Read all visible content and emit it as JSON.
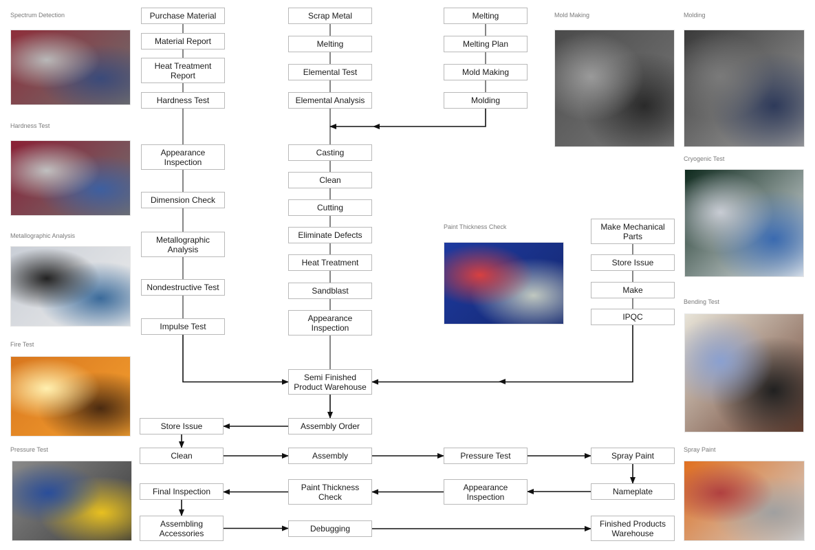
{
  "diagram": {
    "title": "Valve Production and Quality Inspection Flow",
    "nodes": [
      {
        "id": "purchase-material",
        "label": "Purchase Material"
      },
      {
        "id": "material-report",
        "label": "Material Report"
      },
      {
        "id": "heat-treatment-report",
        "label": "Heat Treatment\nReport"
      },
      {
        "id": "hardness-test",
        "label": "Hardness Test"
      },
      {
        "id": "appearance-inspection-1",
        "label": "Appearance\nInspection"
      },
      {
        "id": "dimension-check",
        "label": "Dimension Check"
      },
      {
        "id": "metallographic-analysis",
        "label": "Metallographic\nAnalysis"
      },
      {
        "id": "nondestructive-test",
        "label": "Nondestructive Test"
      },
      {
        "id": "impulse-test",
        "label": "Impulse Test"
      },
      {
        "id": "scrap-metal",
        "label": "Scrap Metal"
      },
      {
        "id": "melting-1",
        "label": "Melting"
      },
      {
        "id": "elemental-test",
        "label": "Elemental Test"
      },
      {
        "id": "elemental-analysis",
        "label": "Elemental Analysis"
      },
      {
        "id": "melting-2",
        "label": "Melting"
      },
      {
        "id": "melting-plan",
        "label": "Melting Plan"
      },
      {
        "id": "mold-making",
        "label": "Mold Making"
      },
      {
        "id": "molding",
        "label": "Molding"
      },
      {
        "id": "casting",
        "label": "Casting"
      },
      {
        "id": "clean-1",
        "label": "Clean"
      },
      {
        "id": "cutting",
        "label": "Cutting"
      },
      {
        "id": "eliminate-defects",
        "label": "Eliminate Defects"
      },
      {
        "id": "heat-treatment",
        "label": "Heat Treatment"
      },
      {
        "id": "sandblast",
        "label": "Sandblast"
      },
      {
        "id": "appearance-inspection-2",
        "label": "Appearance\nInspection"
      },
      {
        "id": "make-mechanical-parts",
        "label": "Make Mechanical\nParts"
      },
      {
        "id": "store-issue-1",
        "label": "Store Issue"
      },
      {
        "id": "make",
        "label": "Make"
      },
      {
        "id": "ipqc",
        "label": "IPQC"
      },
      {
        "id": "semi-finished-warehouse",
        "label": "Semi Finished\nProduct Warehouse"
      },
      {
        "id": "assembly-order",
        "label": "Assembly Order"
      },
      {
        "id": "store-issue-2",
        "label": "Store Issue"
      },
      {
        "id": "clean-2",
        "label": "Clean"
      },
      {
        "id": "assembly",
        "label": "Assembly"
      },
      {
        "id": "pressure-test",
        "label": "Pressure Test"
      },
      {
        "id": "spray-paint",
        "label": "Spray Paint"
      },
      {
        "id": "nameplate",
        "label": "Nameplate"
      },
      {
        "id": "appearance-inspection-3",
        "label": "Appearance\nInspection"
      },
      {
        "id": "paint-thickness-check",
        "label": "Paint Thickness\nCheck"
      },
      {
        "id": "final-inspection",
        "label": "Final Inspection"
      },
      {
        "id": "assembling-accessories",
        "label": "Assembling\nAccessories"
      },
      {
        "id": "debugging",
        "label": "Debugging"
      },
      {
        "id": "finished-products-warehouse",
        "label": "Finished Products\nWarehouse"
      }
    ],
    "edges": [
      {
        "from": "purchase-material",
        "to": "material-report",
        "arrow": false
      },
      {
        "from": "material-report",
        "to": "heat-treatment-report",
        "arrow": false
      },
      {
        "from": "heat-treatment-report",
        "to": "hardness-test",
        "arrow": false
      },
      {
        "from": "hardness-test",
        "to": "appearance-inspection-1",
        "arrow": false
      },
      {
        "from": "appearance-inspection-1",
        "to": "dimension-check",
        "arrow": false
      },
      {
        "from": "dimension-check",
        "to": "metallographic-analysis",
        "arrow": false
      },
      {
        "from": "metallographic-analysis",
        "to": "nondestructive-test",
        "arrow": false
      },
      {
        "from": "nondestructive-test",
        "to": "impulse-test",
        "arrow": false
      },
      {
        "from": "impulse-test",
        "to": "semi-finished-warehouse",
        "arrow": true
      },
      {
        "from": "scrap-metal",
        "to": "melting-1",
        "arrow": false
      },
      {
        "from": "melting-1",
        "to": "elemental-test",
        "arrow": false
      },
      {
        "from": "elemental-test",
        "to": "elemental-analysis",
        "arrow": false
      },
      {
        "from": "elemental-analysis",
        "to": "casting",
        "arrow": false
      },
      {
        "from": "melting-2",
        "to": "melting-plan",
        "arrow": false
      },
      {
        "from": "melting-plan",
        "to": "mold-making",
        "arrow": false
      },
      {
        "from": "mold-making",
        "to": "molding",
        "arrow": false
      },
      {
        "from": "molding",
        "to": "casting",
        "arrow": true
      },
      {
        "from": "casting",
        "to": "clean-1",
        "arrow": false
      },
      {
        "from": "clean-1",
        "to": "cutting",
        "arrow": false
      },
      {
        "from": "cutting",
        "to": "eliminate-defects",
        "arrow": false
      },
      {
        "from": "eliminate-defects",
        "to": "heat-treatment",
        "arrow": false
      },
      {
        "from": "heat-treatment",
        "to": "sandblast",
        "arrow": false
      },
      {
        "from": "sandblast",
        "to": "appearance-inspection-2",
        "arrow": false
      },
      {
        "from": "appearance-inspection-2",
        "to": "semi-finished-warehouse",
        "arrow": false
      },
      {
        "from": "make-mechanical-parts",
        "to": "store-issue-1",
        "arrow": false
      },
      {
        "from": "store-issue-1",
        "to": "make",
        "arrow": false
      },
      {
        "from": "make",
        "to": "ipqc",
        "arrow": false
      },
      {
        "from": "ipqc",
        "to": "semi-finished-warehouse",
        "arrow": true
      },
      {
        "from": "semi-finished-warehouse",
        "to": "assembly-order",
        "arrow": true
      },
      {
        "from": "assembly-order",
        "to": "store-issue-2",
        "arrow": true
      },
      {
        "from": "store-issue-2",
        "to": "clean-2",
        "arrow": true
      },
      {
        "from": "clean-2",
        "to": "assembly",
        "arrow": true
      },
      {
        "from": "assembly",
        "to": "pressure-test",
        "arrow": true
      },
      {
        "from": "pressure-test",
        "to": "spray-paint",
        "arrow": true
      },
      {
        "from": "spray-paint",
        "to": "nameplate",
        "arrow": true
      },
      {
        "from": "nameplate",
        "to": "appearance-inspection-3",
        "arrow": true
      },
      {
        "from": "appearance-inspection-3",
        "to": "paint-thickness-check",
        "arrow": true
      },
      {
        "from": "paint-thickness-check",
        "to": "final-inspection",
        "arrow": true
      },
      {
        "from": "final-inspection",
        "to": "assembling-accessories",
        "arrow": true
      },
      {
        "from": "assembling-accessories",
        "to": "debugging",
        "arrow": true
      },
      {
        "from": "debugging",
        "to": "finished-products-warehouse",
        "arrow": true
      }
    ]
  },
  "photos": [
    {
      "id": "spectrum-detection",
      "label": "Spectrum Detection",
      "colors": [
        "#8e2e3a",
        "#b8b8b8",
        "#3a4a7a",
        "#6e6e6e"
      ]
    },
    {
      "id": "hardness-test",
      "label": "Hardness Test",
      "colors": [
        "#8a2035",
        "#c0c0c0",
        "#3d5fa0",
        "#707070"
      ]
    },
    {
      "id": "metallographic-analysis",
      "label": "Metallographic Analysis",
      "colors": [
        "#c9ced6",
        "#222222",
        "#3a6a9a",
        "#ececec"
      ]
    },
    {
      "id": "fire-test",
      "label": "Fire Test",
      "colors": [
        "#d8761e",
        "#fff0b0",
        "#4a2a10",
        "#f4a030"
      ]
    },
    {
      "id": "pressure-test",
      "label": "Pressure Test",
      "colors": [
        "#8a8a8a",
        "#2a4e9a",
        "#e8c020",
        "#3a3a3a"
      ]
    },
    {
      "id": "mold-making",
      "label": "Mold Making",
      "colors": [
        "#4a4a4a",
        "#9a9a9a",
        "#2a2a2a",
        "#7a7a7a"
      ]
    },
    {
      "id": "molding",
      "label": "Molding",
      "colors": [
        "#3a3a3a",
        "#7a7a7a",
        "#2e3a5a",
        "#a0a0a0"
      ]
    },
    {
      "id": "cryogenic-test",
      "label": "Cryogenic Test",
      "colors": [
        "#0f2a1e",
        "#c8ccd4",
        "#3a6ab0",
        "#e8ecf0"
      ]
    },
    {
      "id": "paint-thickness-check",
      "label": "Paint Thickness Check",
      "colors": [
        "#1e3aa0",
        "#d84040",
        "#c0c8c0",
        "#142870"
      ]
    },
    {
      "id": "bending-test",
      "label": "Bending Test",
      "colors": [
        "#e8e4d8",
        "#8aa0d0",
        "#202020",
        "#6a4030"
      ]
    },
    {
      "id": "spray-paint",
      "label": "Spray Paint",
      "colors": [
        "#e07020",
        "#b04040",
        "#a0a0a0",
        "#d0d0d0"
      ]
    }
  ]
}
